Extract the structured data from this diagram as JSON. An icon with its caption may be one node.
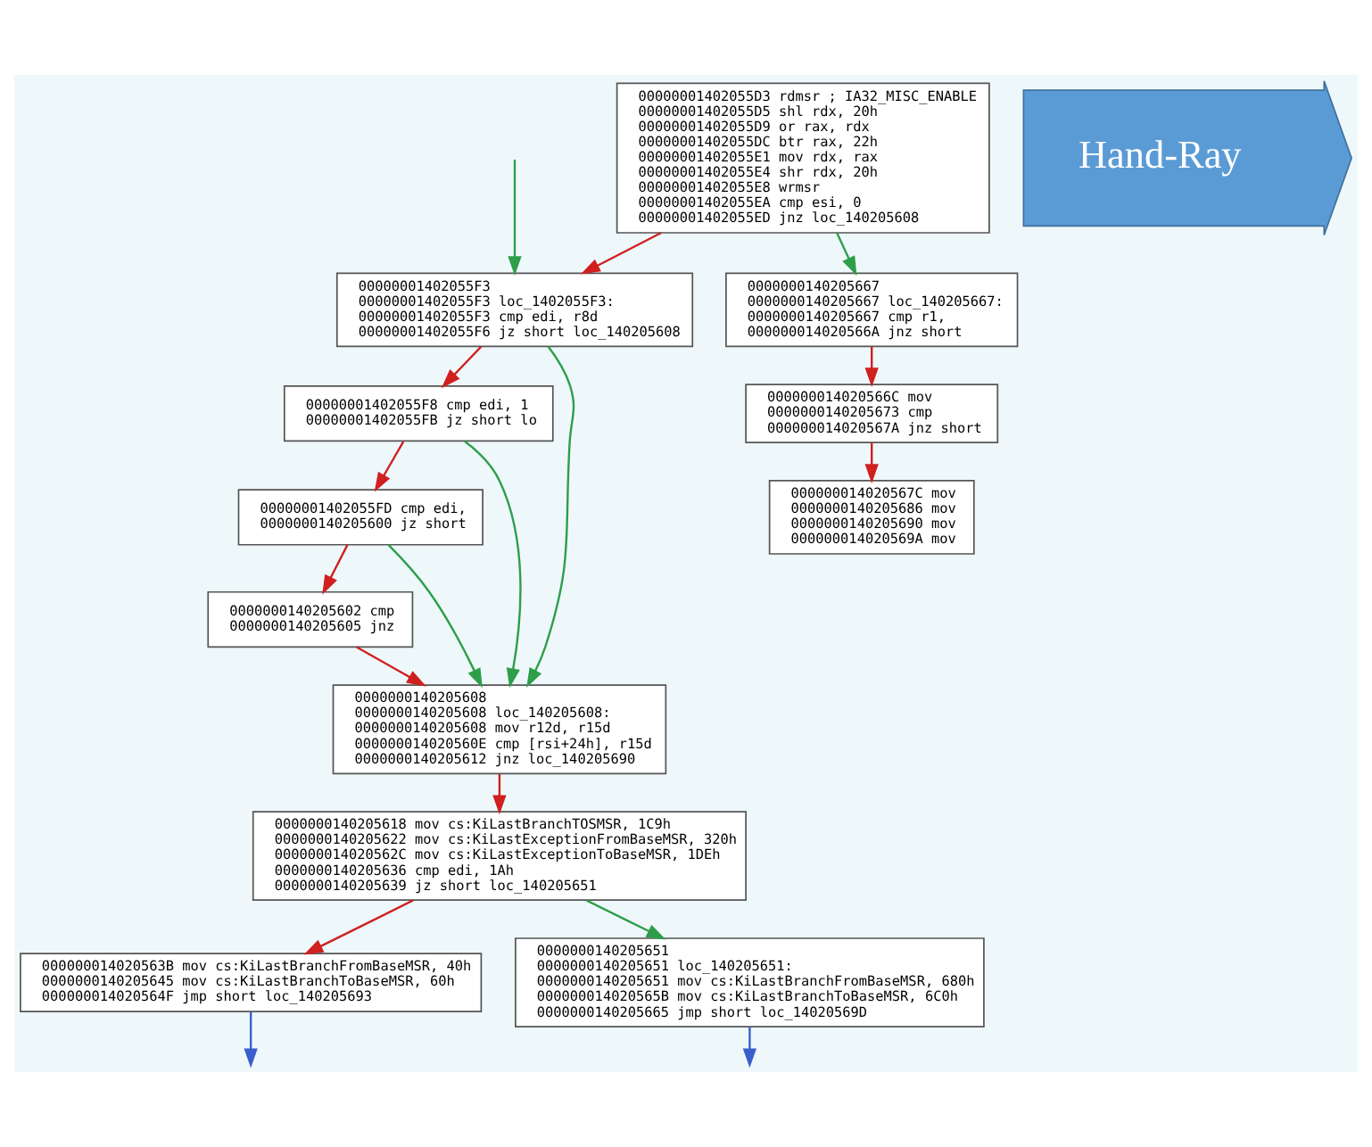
{
  "diagram": {
    "nodes": [
      {
        "text": [
          "00000001402055D3 rdmsr ; IA32_MISC_ENABLE",
          "00000001402055D5 shl rdx, 20h",
          "00000001402055D9 or rax, rdx",
          "00000001402055DC btr rax, 22h",
          "00000001402055E1 mov rdx, rax",
          "00000001402055E4 shr rdx, 20h",
          "00000001402055E8 wrmsr",
          "00000001402055EA cmp esi, 0",
          "00000001402055ED jnz loc_140205608"
        ]
      },
      {
        "text": [
          "00000001402055F3",
          "00000001402055F3 loc_1402055F3:",
          "00000001402055F3 cmp edi, r8d",
          "00000001402055F6 jz short loc_140205608"
        ]
      },
      {
        "text": [
          "00000001402055F8 cmp edi, 1",
          "00000001402055FB jz short lo"
        ]
      },
      {
        "text": [
          "00000001402055FD cmp edi,",
          "0000000140205600 jz short"
        ]
      },
      {
        "text": [
          "0000000140205602 cmp",
          "0000000140205605 jnz"
        ]
      },
      {
        "text": [
          "0000000140205608",
          "0000000140205608 loc_140205608:",
          "0000000140205608 mov r12d, r15d",
          "000000014020560E cmp [rsi+24h], r15d",
          "0000000140205612 jnz loc_140205690"
        ]
      },
      {
        "text": [
          "0000000140205618 mov cs:KiLastBranchTOSMSR, 1C9h",
          "0000000140205622 mov cs:KiLastExceptionFromBaseMSR, 320h",
          "000000014020562C mov cs:KiLastExceptionToBaseMSR, 1DEh",
          "0000000140205636 cmp edi, 1Ah",
          "0000000140205639 jz short loc_140205651"
        ]
      },
      {
        "text": [
          "000000014020563B mov cs:KiLastBranchFromBaseMSR, 40h",
          "0000000140205645 mov cs:KiLastBranchToBaseMSR, 60h",
          "000000014020564F jmp short loc_140205693"
        ]
      },
      {
        "text": [
          "0000000140205651",
          "0000000140205651 loc_140205651:",
          "0000000140205651 mov cs:KiLastBranchFromBaseMSR, 680h",
          "000000014020565B mov cs:KiLastBranchToBaseMSR, 6C0h",
          "0000000140205665 jmp short loc_14020569D"
        ]
      },
      {
        "text": [
          "0000000140205667",
          "0000000140205667 loc_140205667:",
          "0000000140205667 cmp r1,",
          "000000014020566A jnz short"
        ]
      },
      {
        "text": [
          "000000014020566C mov",
          "0000000140205673 cmp",
          "000000014020567A jnz short"
        ]
      },
      {
        "text": [
          "000000014020567C mov",
          "0000000140205686 mov",
          "0000000140205690 mov",
          "000000014020569A mov"
        ]
      },
      {
        "text": [
          "Hand-Ray"
        ]
      }
    ],
    "edges": [
      {
        "from": null,
        "to": 1,
        "arrow": "to",
        "color": "#2e9e4a"
      },
      {
        "from": 0,
        "to": 1,
        "arrow": "to"
      },
      {
        "from": 0,
        "to": 9,
        "arrow": "to",
        "color": "#2e9e4a"
      },
      {
        "from": 1,
        "to": 2,
        "arrow": "to"
      },
      {
        "from": 1,
        "to": 5,
        "arrow": "to",
        "color": "#2e9e4a"
      },
      {
        "from": 2,
        "to": 3,
        "arrow": "to"
      },
      {
        "from": 2,
        "to": 5,
        "arrow": "to",
        "color": "#2e9e4a"
      },
      {
        "from": 3,
        "to": 4,
        "arrow": "to"
      },
      {
        "from": 3,
        "to": 5,
        "arrow": "to",
        "color": "#2e9e4a"
      },
      {
        "from": 4,
        "to": 5,
        "arrow": "to"
      },
      {
        "from": 5,
        "to": 6,
        "arrow": "to"
      },
      {
        "from": 6,
        "to": 7,
        "arrow": "to"
      },
      {
        "from": 6,
        "to": 8,
        "arrow": "to",
        "color": "#2e9e4a"
      },
      {
        "from": 7,
        "to": null,
        "arrow": "to",
        "color": "#3a5fcd"
      },
      {
        "from": 8,
        "to": null,
        "arrow": "to",
        "color": "#3a5fcd"
      },
      {
        "from": 9,
        "to": 10,
        "arrow": "to"
      },
      {
        "from": 10,
        "to": 11,
        "arrow": "to"
      }
    ]
  }
}
